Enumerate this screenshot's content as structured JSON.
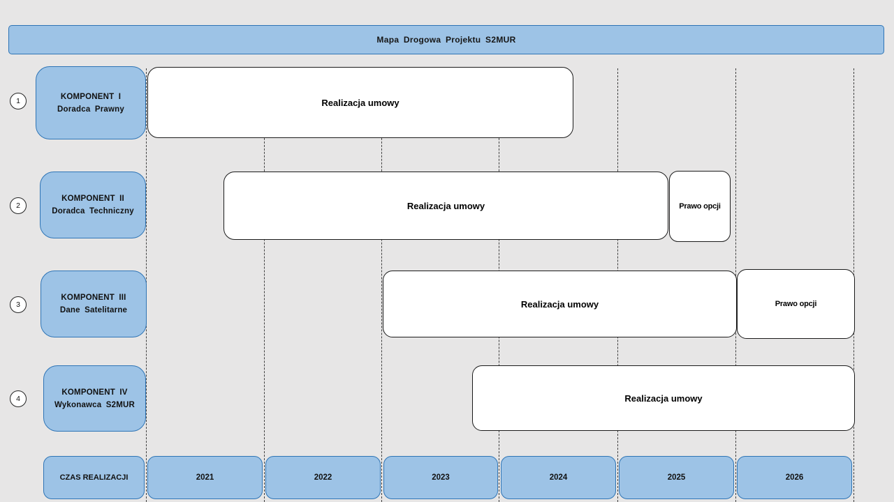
{
  "title": "Mapa Drogowa Projektu S2MUR",
  "rows": [
    {
      "num": "1",
      "title": "KOMPONENT I",
      "subtitle": "Doradca Prawny",
      "bar1": "Realizacja umowy"
    },
    {
      "num": "2",
      "title": "KOMPONENT II",
      "subtitle": "Doradca Techniczny",
      "bar1": "Realizacja umowy",
      "bar2": "Prawo opcji"
    },
    {
      "num": "3",
      "title": "KOMPONENT III",
      "subtitle": "Dane Satelitarne",
      "bar1": "Realizacja umowy",
      "bar2": "Prawo opcji"
    },
    {
      "num": "4",
      "title": "KOMPONENT IV",
      "subtitle": "Wykonawca S2MUR",
      "bar1": "Realizacja umowy"
    }
  ],
  "timeline": {
    "label": "CZAS REALIZACJI",
    "years": [
      "2021",
      "2022",
      "2023",
      "2024",
      "2025",
      "2026"
    ]
  },
  "colors": {
    "background": "#E7E6E6",
    "accent_fill": "#9DC3E6",
    "accent_border": "#2E74B5",
    "bar_fill": "#FFFFFF",
    "bar_border": "#1A1A1A",
    "gridline": "#3F3F3F",
    "text": "#111111"
  },
  "chart_data": {
    "type": "gantt",
    "title": "Mapa Drogowa Projektu S2MUR",
    "time_axis": {
      "unit": "year",
      "ticks": [
        "2021",
        "2022",
        "2023",
        "2024",
        "2025",
        "2026"
      ],
      "range": [
        2021.0,
        2027.0
      ]
    },
    "rows": [
      {
        "name": "KOMPONENT I – Doradca Prawny",
        "bars": [
          {
            "label": "Realizacja umowy",
            "start": 2021.0,
            "end": 2024.7
          }
        ]
      },
      {
        "name": "KOMPONENT II – Doradca Techniczny",
        "bars": [
          {
            "label": "Realizacja umowy",
            "start": 2021.7,
            "end": 2025.5
          },
          {
            "label": "Prawo opcji",
            "start": 2025.5,
            "end": 2026.0
          }
        ]
      },
      {
        "name": "KOMPONENT III – Dane Satelitarne",
        "bars": [
          {
            "label": "Realizacja umowy",
            "start": 2023.0,
            "end": 2026.0
          },
          {
            "label": "Prawo opcji",
            "start": 2026.0,
            "end": 2027.0
          }
        ]
      },
      {
        "name": "KOMPONENT IV – Wykonawca S2MUR",
        "bars": [
          {
            "label": "Realizacja umowy",
            "start": 2023.8,
            "end": 2027.0
          }
        ]
      }
    ]
  }
}
